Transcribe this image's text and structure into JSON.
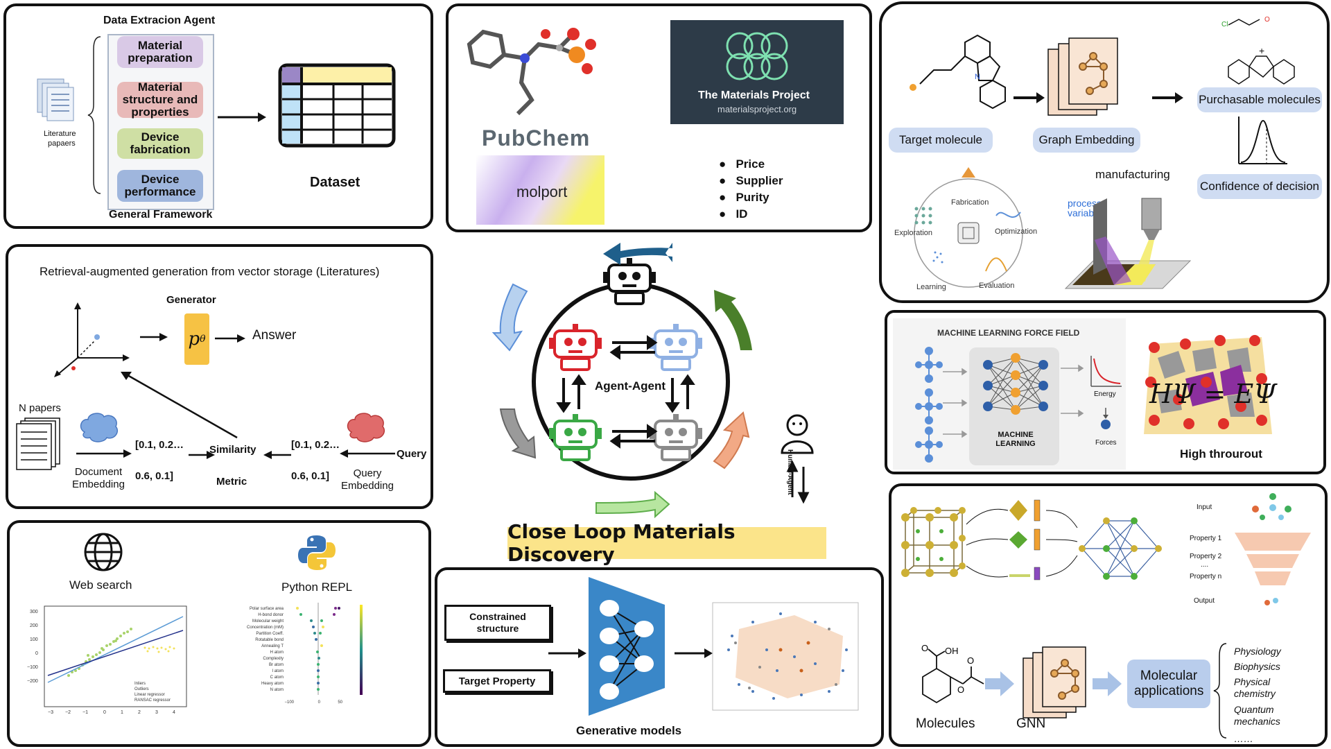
{
  "data_agent": {
    "title": "Data Extracion Agent",
    "literature_label_1": "Literature",
    "literature_label_2": "papaers",
    "items": [
      "Material preparation",
      "Material structure and properties",
      "Device fabrication",
      "Device performance"
    ],
    "item_colors": [
      "#d9c9e6",
      "#e8b9b8",
      "#cfdfa4",
      "#9fb6dd"
    ],
    "framework": "General Framework",
    "dataset": "Dataset"
  },
  "databases": {
    "pubchem": "PubChem",
    "mp_title": "The Materials Project",
    "mp_url": "materialsproject.org",
    "molport": "molport",
    "bullets": [
      "Price",
      "Supplier",
      "Purity",
      "ID"
    ]
  },
  "retro": {
    "target": "Target molecule",
    "graph": "Graph Embedding",
    "purchasable": "Purchasable molecules",
    "confidence": "Confidence of decision",
    "cycle": [
      "Fabrication",
      "Optimization",
      "Evaluation",
      "Learning",
      "Exploration"
    ],
    "manufacturing": "manufacturing",
    "process_vars": "process variables"
  },
  "rag": {
    "title": "Retrieval-augmented generation from vector storage (Literatures)",
    "generator": "Generator",
    "answer": "Answer",
    "n_papers": "N papers",
    "doc_emb": "Document Embedding",
    "vec_left_1": "[0.1, 0.2…",
    "vec_left_2": "0.6, 0.1]",
    "similarity": "Similarity",
    "metric": "Metric",
    "vec_right_1": "[0.1, 0.2…",
    "vec_right_2": "0.6, 0.1]",
    "query": "Query",
    "query_emb": "Query Embedding"
  },
  "center": {
    "agent_agent": "Agent-Agent",
    "human_agent": "Human-Agent",
    "title": "Close Loop Materials Discovery",
    "robot_colors": [
      "#d9242b",
      "#8fb0e3",
      "#3aa845",
      "#8a8a8a"
    ]
  },
  "mlff": {
    "title": "MACHINE LEARNING FORCE FIELD",
    "ml": "MACHINE LEARNING",
    "energy": "Energy",
    "forces": "Forces",
    "equation": "HΨ = EΨ",
    "high": "High throurout"
  },
  "tools": {
    "web": "Web search",
    "python": "Python REPL"
  },
  "generative": {
    "constrained": "Constrained structure",
    "target_prop": "Target Property",
    "label": "Generative models"
  },
  "gnn": {
    "input": "Input",
    "p1": "Property 1",
    "p2": "Property 2",
    "dots": "....",
    "pn": "Property n",
    "output": "Output",
    "molecules": "Molecules",
    "gnn": "GNN",
    "mol_apps": "Molecular applications",
    "apps": [
      "Physiology",
      "Biophysics",
      "Physical chemistry",
      "Quantum mechanics",
      "……"
    ]
  }
}
